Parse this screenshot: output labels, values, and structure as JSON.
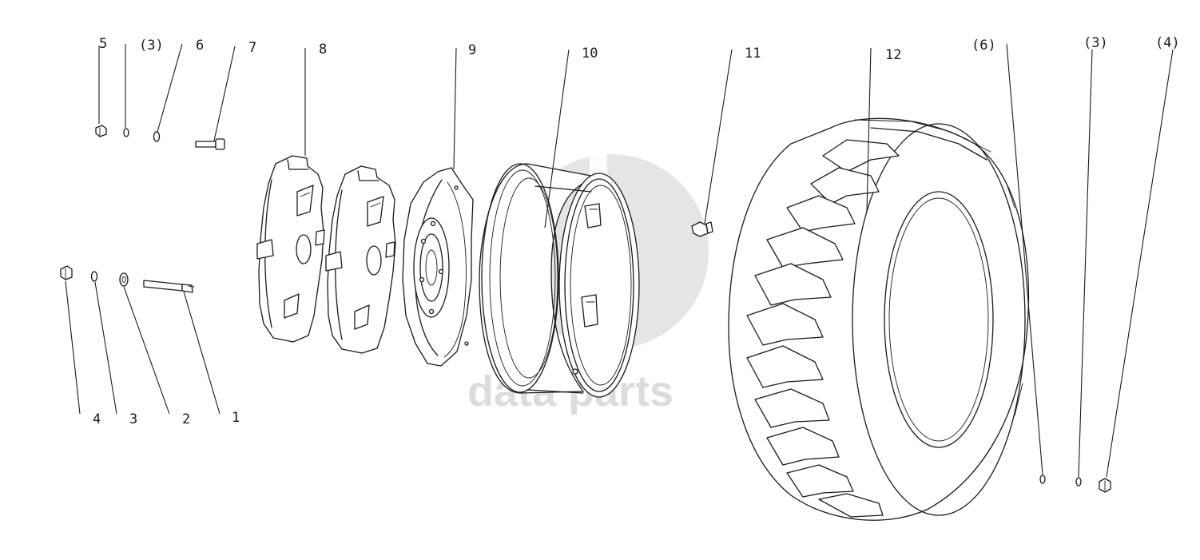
{
  "diagram": {
    "callouts": {
      "c1": "1",
      "c2": "2",
      "c3": "3",
      "c4": "4",
      "c5": "5",
      "c3a": "(3)",
      "c6": "6",
      "c7": "7",
      "c8": "8",
      "c9": "9",
      "c10": "10",
      "c11": "11",
      "c12": "12",
      "c6b": "(6)",
      "c3b": "(3)",
      "c4b": "(4)"
    },
    "watermark": {
      "text": "data parts",
      "color": "#cfcfcf"
    },
    "line_color": "#1a1a1a"
  }
}
